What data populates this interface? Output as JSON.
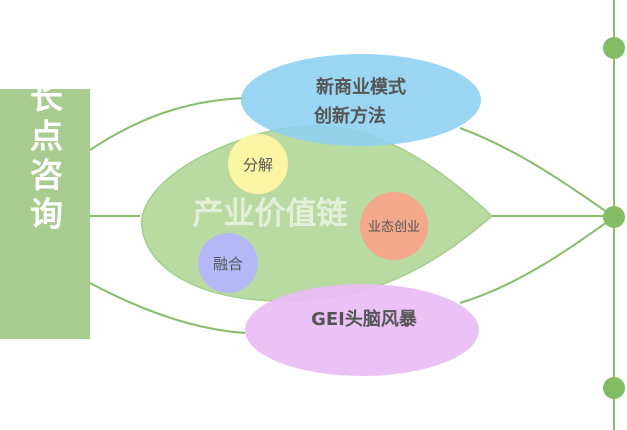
{
  "left_label": "增长点咨询",
  "center_label": "产业价值链",
  "top_oval_line1": "新商业模式",
  "top_oval_line2": "创新方法",
  "bottom_oval": "GEI头脑风暴",
  "circles": {
    "split": "分解",
    "fusion": "融合",
    "ecosystem": "业态创业"
  },
  "colors": {
    "left_bar": "#a8cc90",
    "left_text": "#ffffff",
    "line": "#85be67",
    "leaf": "#b6d99b",
    "leaf_stroke": "#9fcc87",
    "top_oval": "#8fd0f1",
    "bottom_oval": "#e9bdf5",
    "circle_split": "#fbf5a5",
    "circle_fusion": "#b4b8f7",
    "circle_ecosystem": "#f3a88b",
    "dot": "#82bd63",
    "text_dark": "#555555"
  }
}
